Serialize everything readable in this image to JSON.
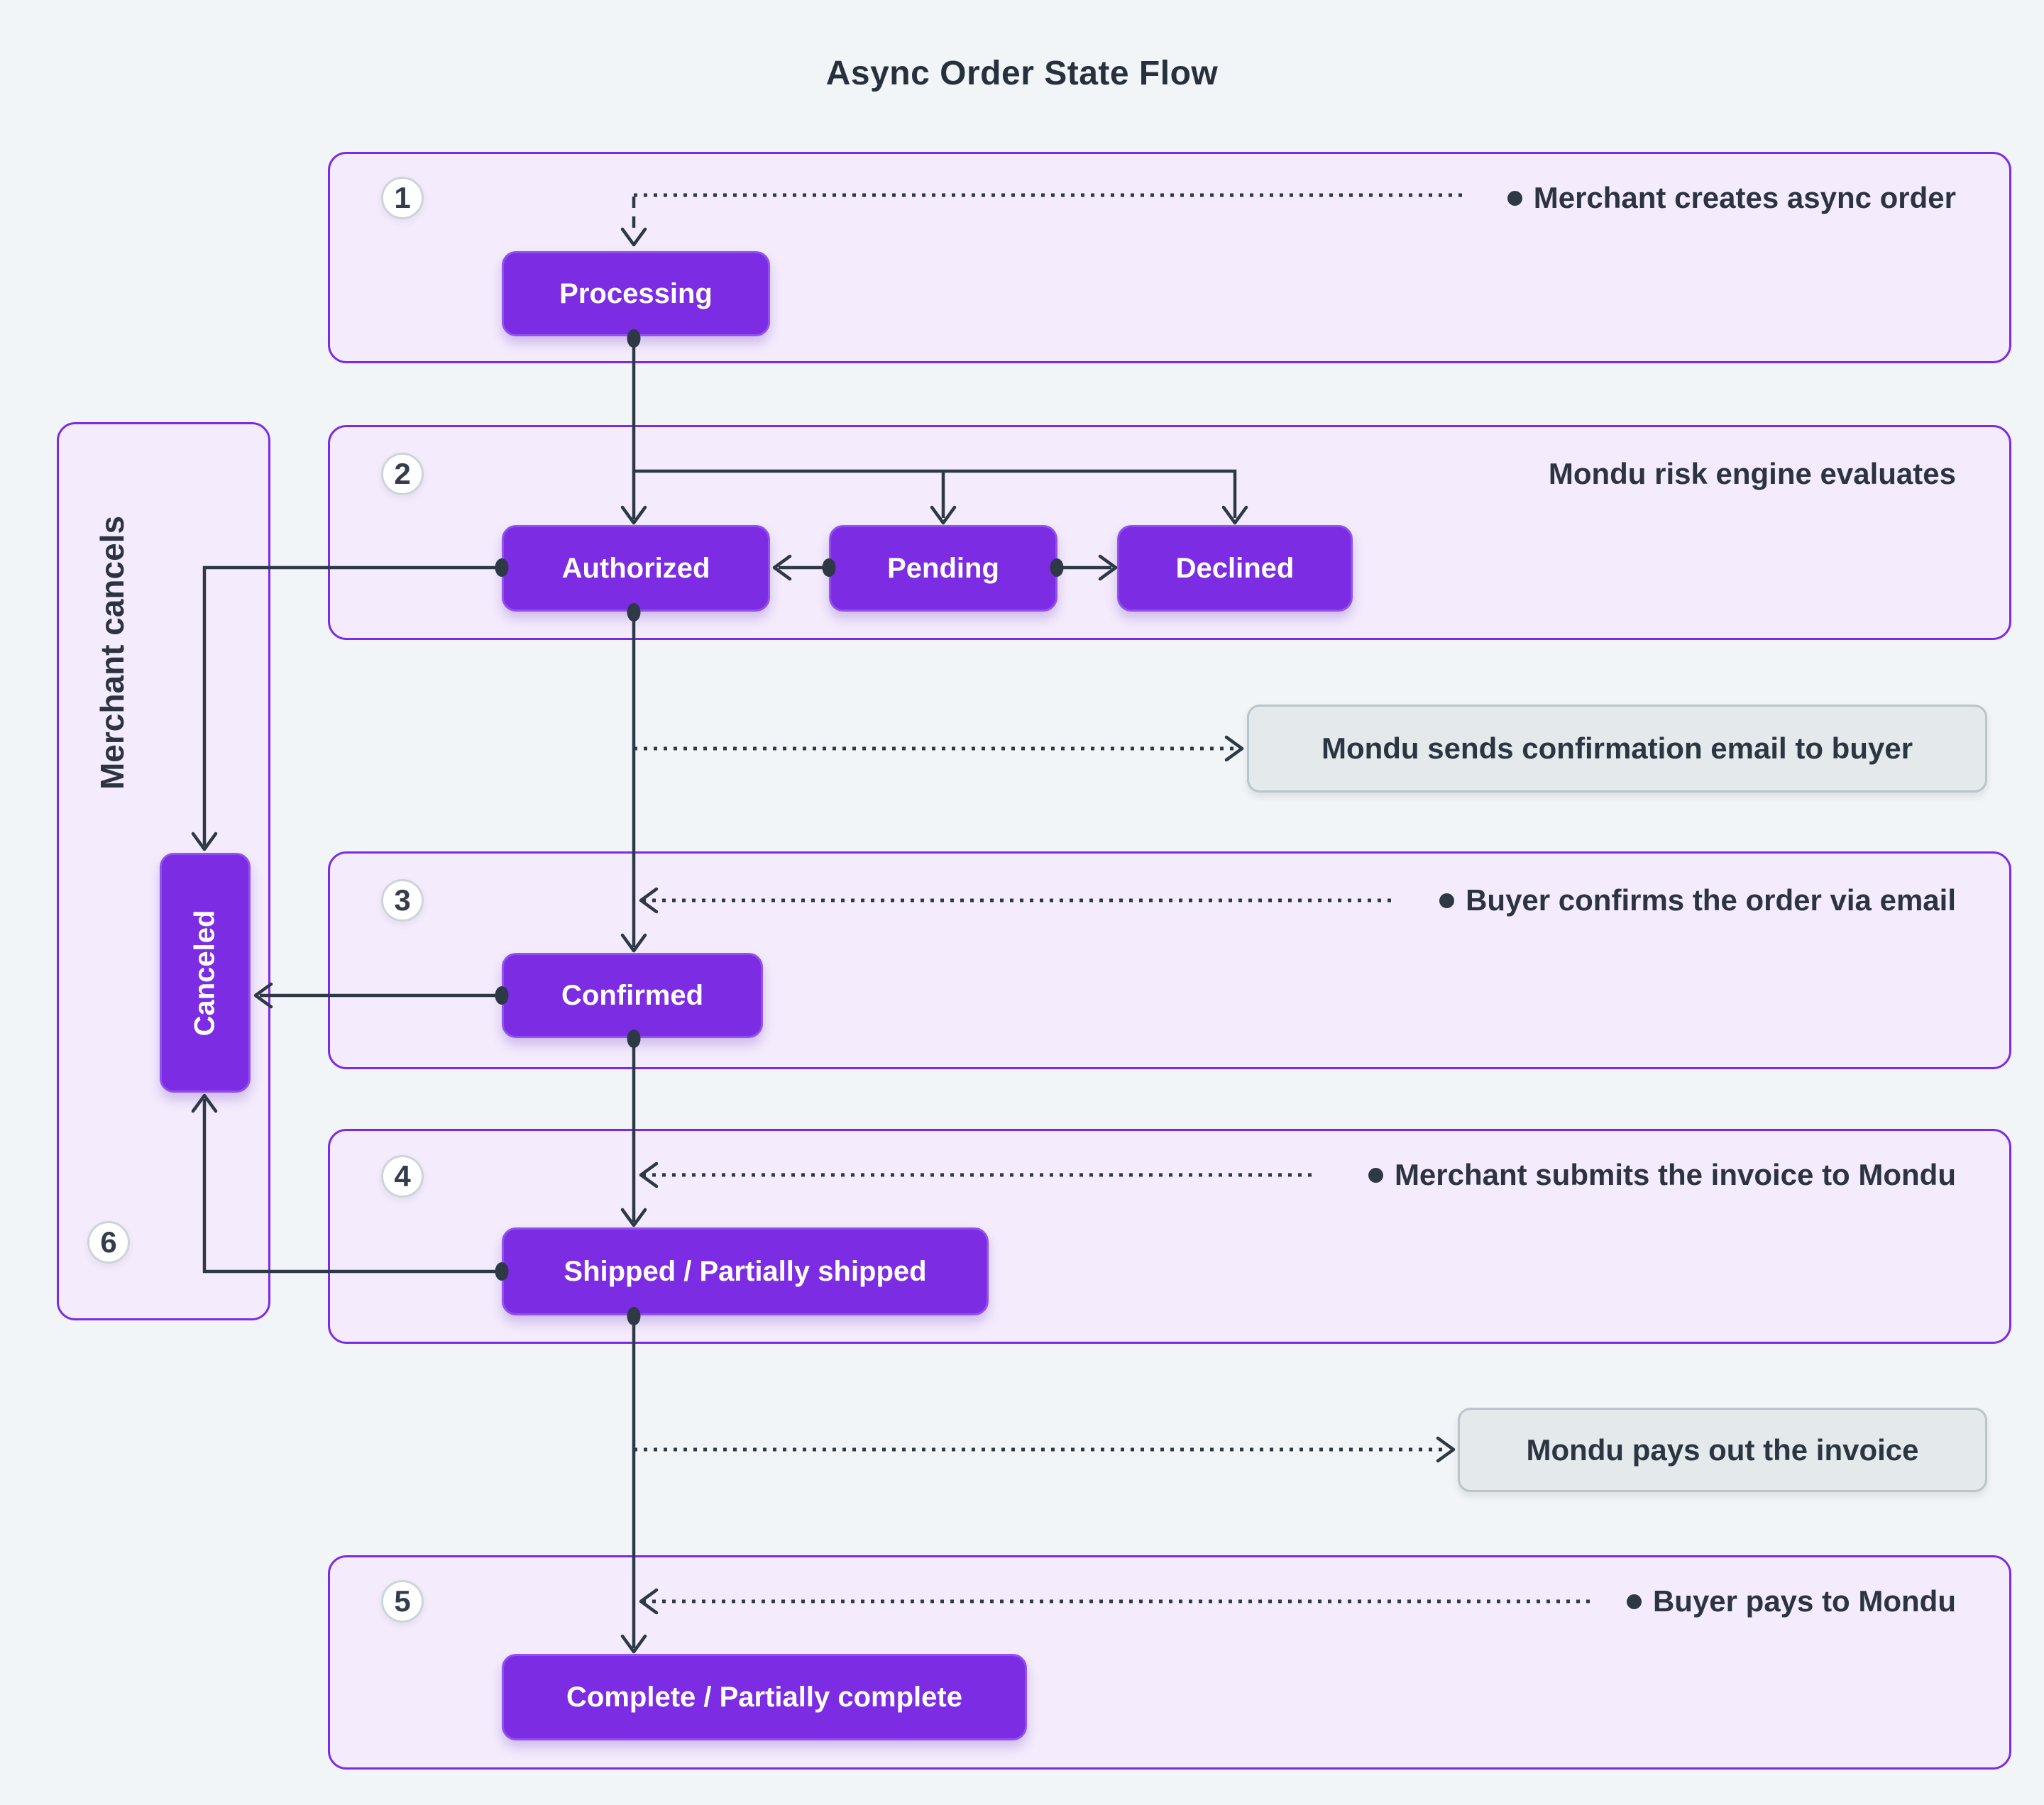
{
  "title": "Async Order State Flow",
  "sidebar": {
    "number": "6",
    "label": "Merchant cancels"
  },
  "states": {
    "processing": "Processing",
    "authorized": "Authorized",
    "pending": "Pending",
    "declined": "Declined",
    "confirmed": "Confirmed",
    "shipped": "Shipped / Partially shipped",
    "complete": "Complete / Partially complete",
    "canceled": "Canceled"
  },
  "sections": [
    {
      "number": "1",
      "annotation": "Merchant creates async order"
    },
    {
      "number": "2",
      "annotation": "Mondu risk engine evaluates"
    },
    {
      "number": "3",
      "annotation": "Buyer confirms the order via email"
    },
    {
      "number": "4",
      "annotation": "Merchant submits the invoice to Mondu"
    },
    {
      "number": "5",
      "annotation": "Buyer pays to Mondu"
    }
  ],
  "notes": [
    "Mondu sends confirmation email to buyer",
    "Mondu pays out the invoice"
  ],
  "colors": {
    "page_bg": "#f1f5f7",
    "panel_bg": "#f4ecfc",
    "panel_border": "#7d2ae8",
    "node_bg": "#7c2ce2",
    "node_border": "#9150ef",
    "note_bg": "#e4e9ec",
    "note_border": "#bac4cb",
    "connector": "#2d3945",
    "text": "#2b3440"
  }
}
